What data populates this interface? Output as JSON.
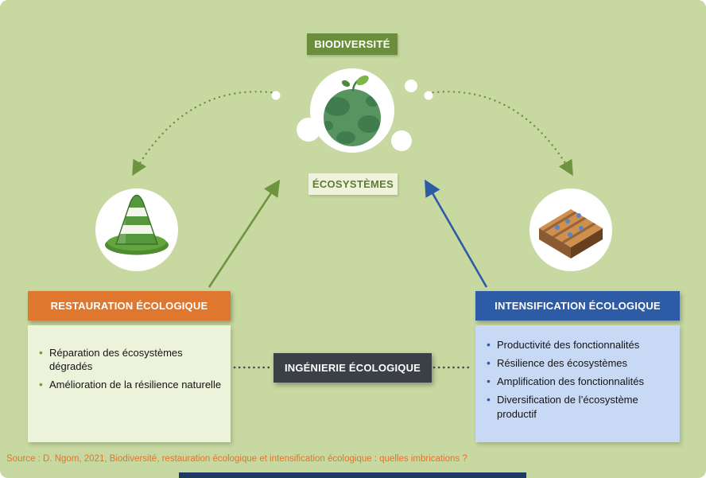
{
  "colors": {
    "background": "#c7d8a0",
    "biodiversity_bg": "#6b8e3d",
    "ecosystems_bg": "#eff3dc",
    "ecosystems_text": "#5d7c31",
    "restoration_header_bg": "#e0772e",
    "restoration_body_bg": "#edf2da",
    "intensification_header_bg": "#2d5ba6",
    "intensification_body_bg": "#c7d9f4",
    "engineering_bg": "#3b3f46",
    "arrow_green": "#6f9440",
    "arrow_blue": "#2d5ba6",
    "source_text": "#e2752d",
    "bottom_bar": "#1f3864"
  },
  "nodes": {
    "biodiversity": {
      "label": "BIODIVERSITÉ",
      "icon": "globe-sprout-icon"
    },
    "ecosystems": {
      "label": "ÉCOSYSTÈMES"
    },
    "engineering": {
      "label": "INGÉNIERIE ÉCOLOGIQUE"
    }
  },
  "restoration": {
    "title": "RESTAURATION ÉCOLOGIQUE",
    "icon": "traffic-cone-icon",
    "items": [
      "Réparation des écosystèmes dégradés",
      "Amélioration de la résilience naturelle"
    ]
  },
  "intensification": {
    "title": "INTENSIFICATION ÉCOLOGIQUE",
    "icon": "soil-block-icon",
    "items": [
      "Productivité des fonctionnalités",
      "Résilience des écosystèmes",
      "Amplification des fonctionnalités",
      "Diversification de l’écosystème productif"
    ]
  },
  "source": "Source : D. Ngom, 2021, Biodiversité, restauration écologique et intensification écologique : quelles imbrications ?"
}
